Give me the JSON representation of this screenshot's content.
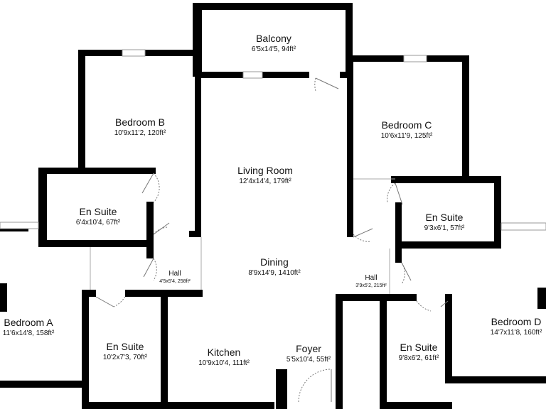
{
  "floorplan": {
    "rooms": [
      {
        "id": "balcony",
        "name": "Balcony",
        "dims": "6'5x14'5, 94ft²"
      },
      {
        "id": "bedroom-b",
        "name": "Bedroom B",
        "dims": "10'9x11'2, 120ft²"
      },
      {
        "id": "bedroom-c",
        "name": "Bedroom C",
        "dims": "10'6x11'9, 125ft²"
      },
      {
        "id": "living-room",
        "name": "Living Room",
        "dims": "12'4x14'4, 179ft²"
      },
      {
        "id": "en-suite-1",
        "name": "En Suite",
        "dims": "6'4x10'4, 67ft²"
      },
      {
        "id": "en-suite-2",
        "name": "En Suite",
        "dims": "9'3x6'1, 57ft²"
      },
      {
        "id": "dining",
        "name": "Dining",
        "dims": "8'9x14'9, 1410ft²"
      },
      {
        "id": "hall-1",
        "name": "Hall",
        "dims": "4'5x5'4, 258ft²"
      },
      {
        "id": "hall-2",
        "name": "Hall",
        "dims": "3'9x5'2, 215ft²"
      },
      {
        "id": "bedroom-a",
        "name": "Bedroom A",
        "dims": "11'6x14'8, 158ft²"
      },
      {
        "id": "en-suite-3",
        "name": "En Suite",
        "dims": "10'2x7'3, 70ft²"
      },
      {
        "id": "kitchen",
        "name": "Kitchen",
        "dims": "10'9x10'4, 111ft²"
      },
      {
        "id": "foyer",
        "name": "Foyer",
        "dims": "5'5x10'4, 55ft²"
      },
      {
        "id": "en-suite-4",
        "name": "En Suite",
        "dims": "9'8x6'2, 61ft²"
      },
      {
        "id": "bedroom-d",
        "name": "Bedroom D",
        "dims": "14'7x11'8, 160ft²"
      }
    ],
    "colors": {
      "wall": "#000000",
      "background": "#ffffff",
      "door": "#888888"
    }
  }
}
